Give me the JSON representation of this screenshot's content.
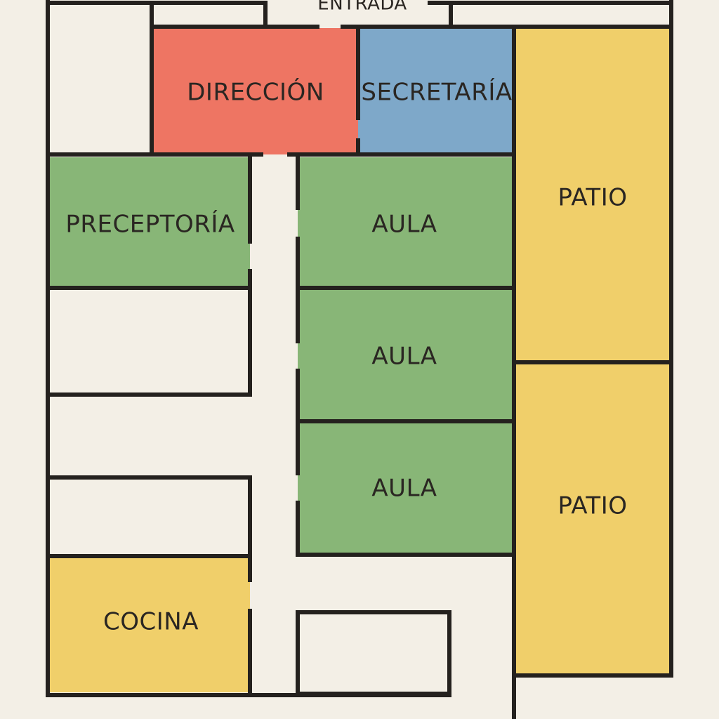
{
  "entrance": {
    "label": "ENTRADA"
  },
  "rooms": {
    "direccion": {
      "label": "DIRECCIÓN",
      "color": "#ee7563"
    },
    "secretaria": {
      "label": "SECRETARÍA",
      "color": "#7ea8c9"
    },
    "preceptoria": {
      "label": "PRECEPTORÍA",
      "color": "#88b677"
    },
    "aula_1": {
      "label": "AULA",
      "color": "#88b677"
    },
    "aula_2": {
      "label": "AULA",
      "color": "#88b677"
    },
    "aula_3": {
      "label": "AULA",
      "color": "#88b677"
    },
    "patio_1": {
      "label": "PATIO",
      "color": "#f0cf6a"
    },
    "patio_2": {
      "label": "PATIO",
      "color": "#f0cf6a"
    },
    "cocina": {
      "label": "COCINA",
      "color": "#f0cf6a"
    }
  },
  "colors": {
    "background": "#f3efe6",
    "wall": "#24211e"
  }
}
